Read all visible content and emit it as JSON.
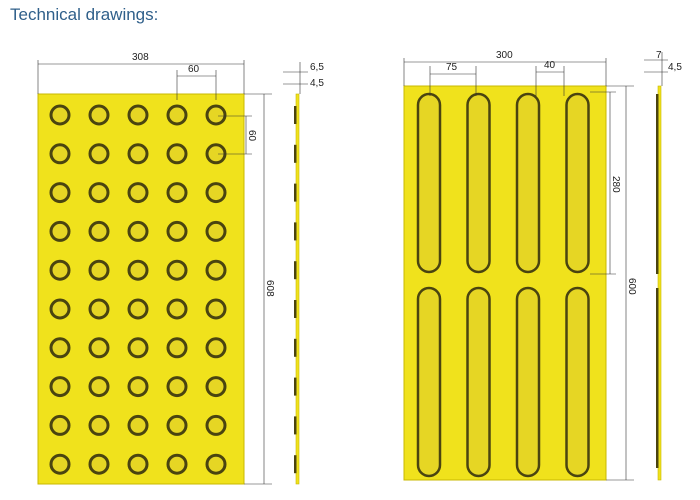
{
  "heading": "Technical drawings:",
  "colors": {
    "tile": "#f0e21c",
    "tile_edge": "#c9b800",
    "pattern": "#4a4410",
    "pattern_fill": "#e6d624",
    "heading": "#2f5f8a"
  },
  "dot_tile": {
    "columns": 5,
    "rows": 10,
    "dims": {
      "width": "308",
      "spacing_h": "60",
      "spacing_v": "60",
      "height": "608",
      "profile_total": "6,5",
      "profile_base": "4,5"
    }
  },
  "bar_tile": {
    "columns": 4,
    "rows": 2,
    "dims": {
      "width": "300",
      "edge": "75",
      "gap": "40",
      "bar_length": "280",
      "height": "600",
      "profile_total": "7",
      "profile_base": "4,5"
    }
  }
}
